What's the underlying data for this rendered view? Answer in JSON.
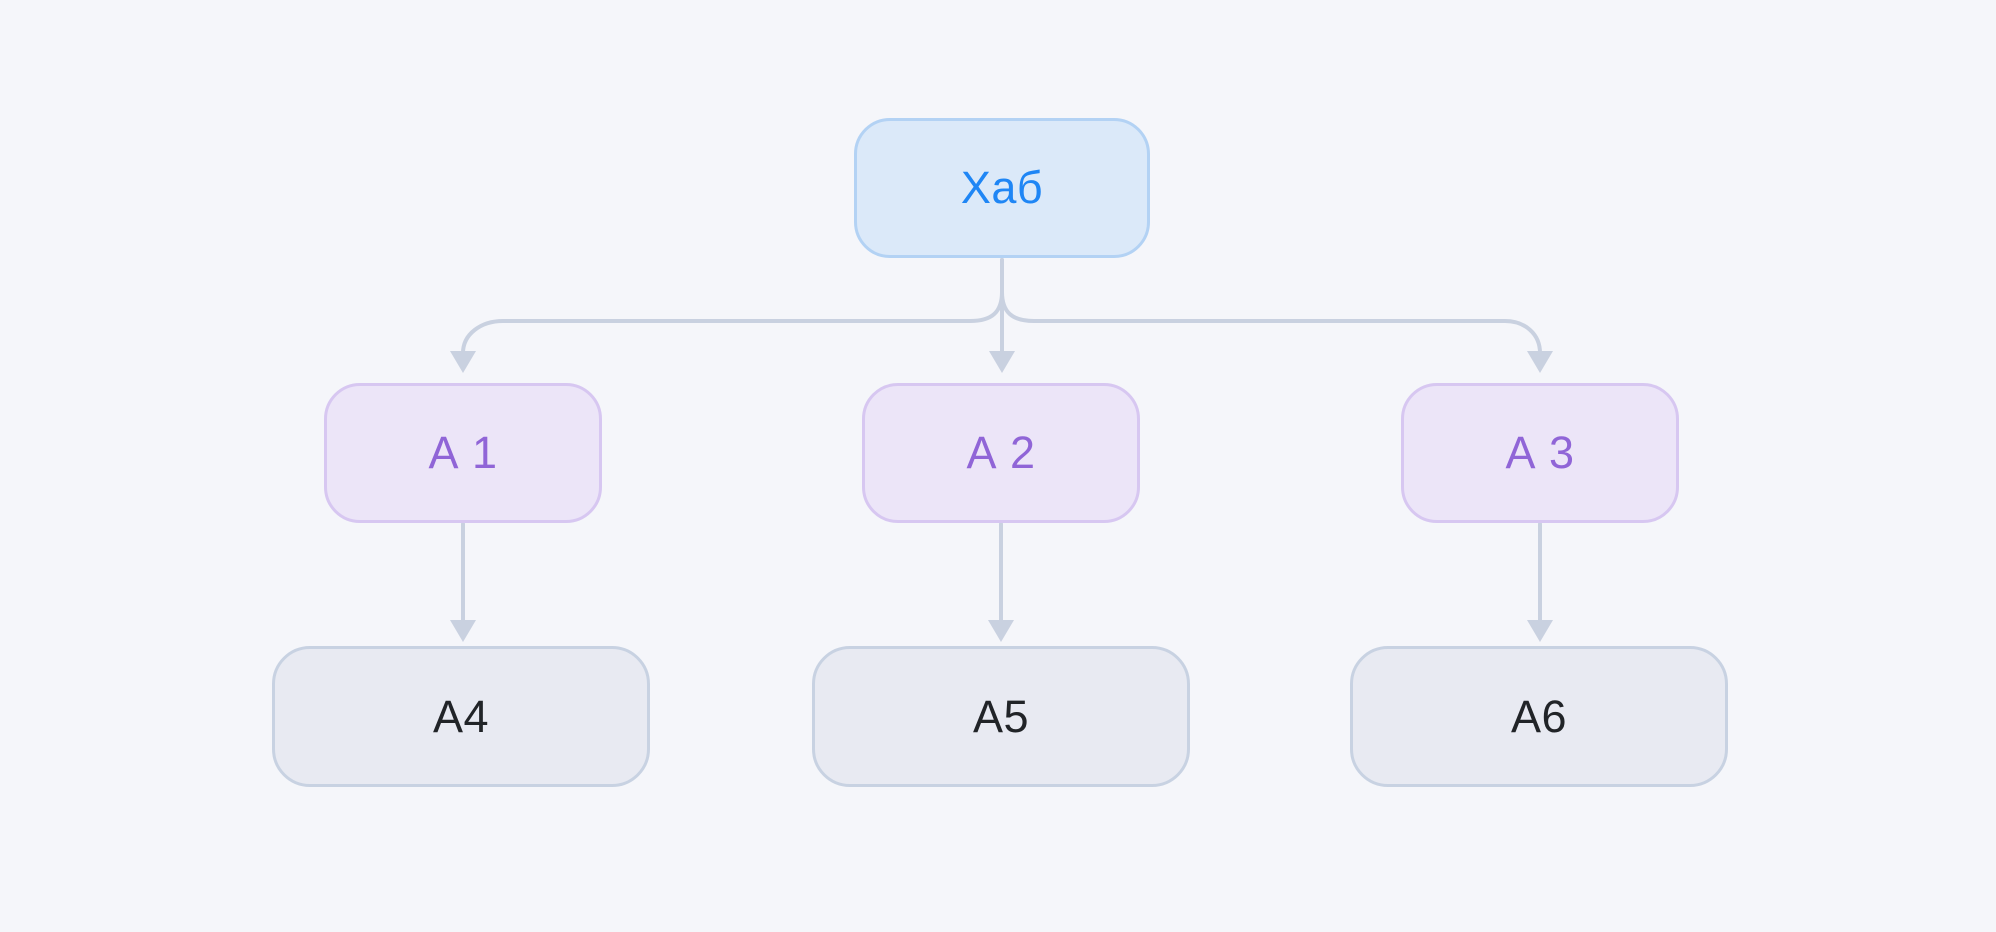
{
  "diagram": {
    "type": "flowchart",
    "direction": "top-down",
    "nodes": {
      "hub": {
        "label": "Хаб",
        "role": "root"
      },
      "a1": {
        "label": "А 1",
        "role": "branch"
      },
      "a2": {
        "label": "А 2",
        "role": "branch"
      },
      "a3": {
        "label": "А 3",
        "role": "branch"
      },
      "a4": {
        "label": "А4",
        "role": "leaf"
      },
      "a5": {
        "label": "А5",
        "role": "leaf"
      },
      "a6": {
        "label": "А6",
        "role": "leaf"
      }
    },
    "edges": [
      {
        "from": "hub",
        "to": "a1",
        "arrow": "down"
      },
      {
        "from": "hub",
        "to": "a2",
        "arrow": "down"
      },
      {
        "from": "hub",
        "to": "a3",
        "arrow": "down"
      },
      {
        "from": "a1",
        "to": "a4",
        "arrow": "down"
      },
      {
        "from": "a2",
        "to": "a5",
        "arrow": "down"
      },
      {
        "from": "a3",
        "to": "a6",
        "arrow": "down"
      }
    ]
  },
  "theme": {
    "page-bg": "#f5f6fa",
    "connector": "#c9d1e0",
    "hub-fill": "#dbe9f9",
    "hub-border": "#b3d2f4",
    "hub-text": "#1f86f5",
    "spoke-fill": "#ece5f8",
    "spoke-border": "#d7c7f1",
    "spoke-text": "#9065d7",
    "leaf-fill": "#e8eaf2",
    "leaf-border": "#c8d2e2",
    "leaf-text": "#212428"
  }
}
